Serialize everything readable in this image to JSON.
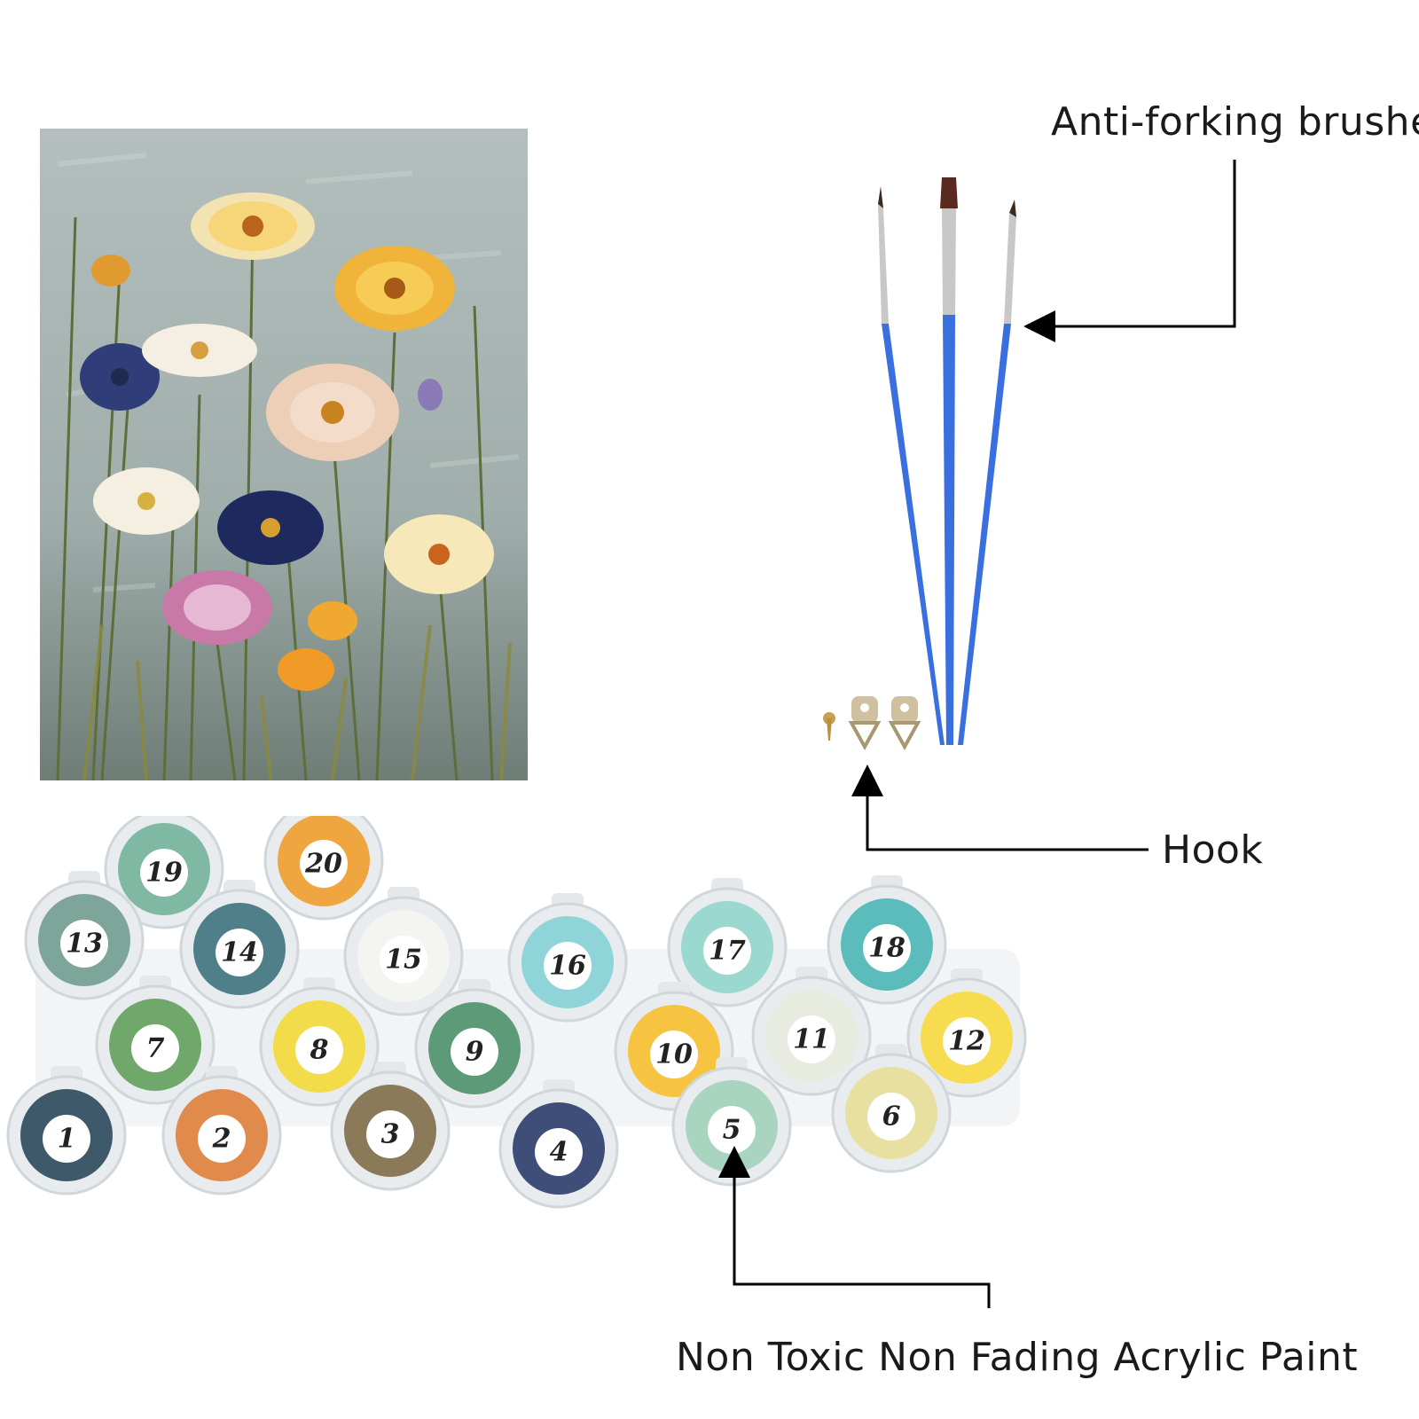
{
  "labels": {
    "brushes": "Anti-forking brushes",
    "hook": "Hook",
    "paint": "Non Toxic Non Fading Acrylic Paint"
  },
  "paint_pots": [
    {
      "number": "19",
      "color": "#7fb8a3"
    },
    {
      "number": "20",
      "color": "#f0a640"
    },
    {
      "number": "13",
      "color": "#7ea59a"
    },
    {
      "number": "14",
      "color": "#4f7f88"
    },
    {
      "number": "15",
      "color": "#f4f4f0"
    },
    {
      "number": "16",
      "color": "#8fd4d8"
    },
    {
      "number": "17",
      "color": "#9ad8d0"
    },
    {
      "number": "18",
      "color": "#5cbcbc"
    },
    {
      "number": "7",
      "color": "#6fa86a"
    },
    {
      "number": "8",
      "color": "#f3dc4a"
    },
    {
      "number": "9",
      "color": "#5c9a78"
    },
    {
      "number": "10",
      "color": "#f6c440"
    },
    {
      "number": "11",
      "color": "#e8ece0"
    },
    {
      "number": "12",
      "color": "#f7dc50"
    },
    {
      "number": "1",
      "color": "#3e5a6a"
    },
    {
      "number": "2",
      "color": "#e08a4c"
    },
    {
      "number": "3",
      "color": "#8a7a5a"
    },
    {
      "number": "4",
      "color": "#3e4e78"
    },
    {
      "number": "5",
      "color": "#a8d4c0"
    },
    {
      "number": "6",
      "color": "#e8e0a0"
    }
  ],
  "brush_handle_color": "#3a6fe0",
  "painting_background_color": "#a9b5b3"
}
